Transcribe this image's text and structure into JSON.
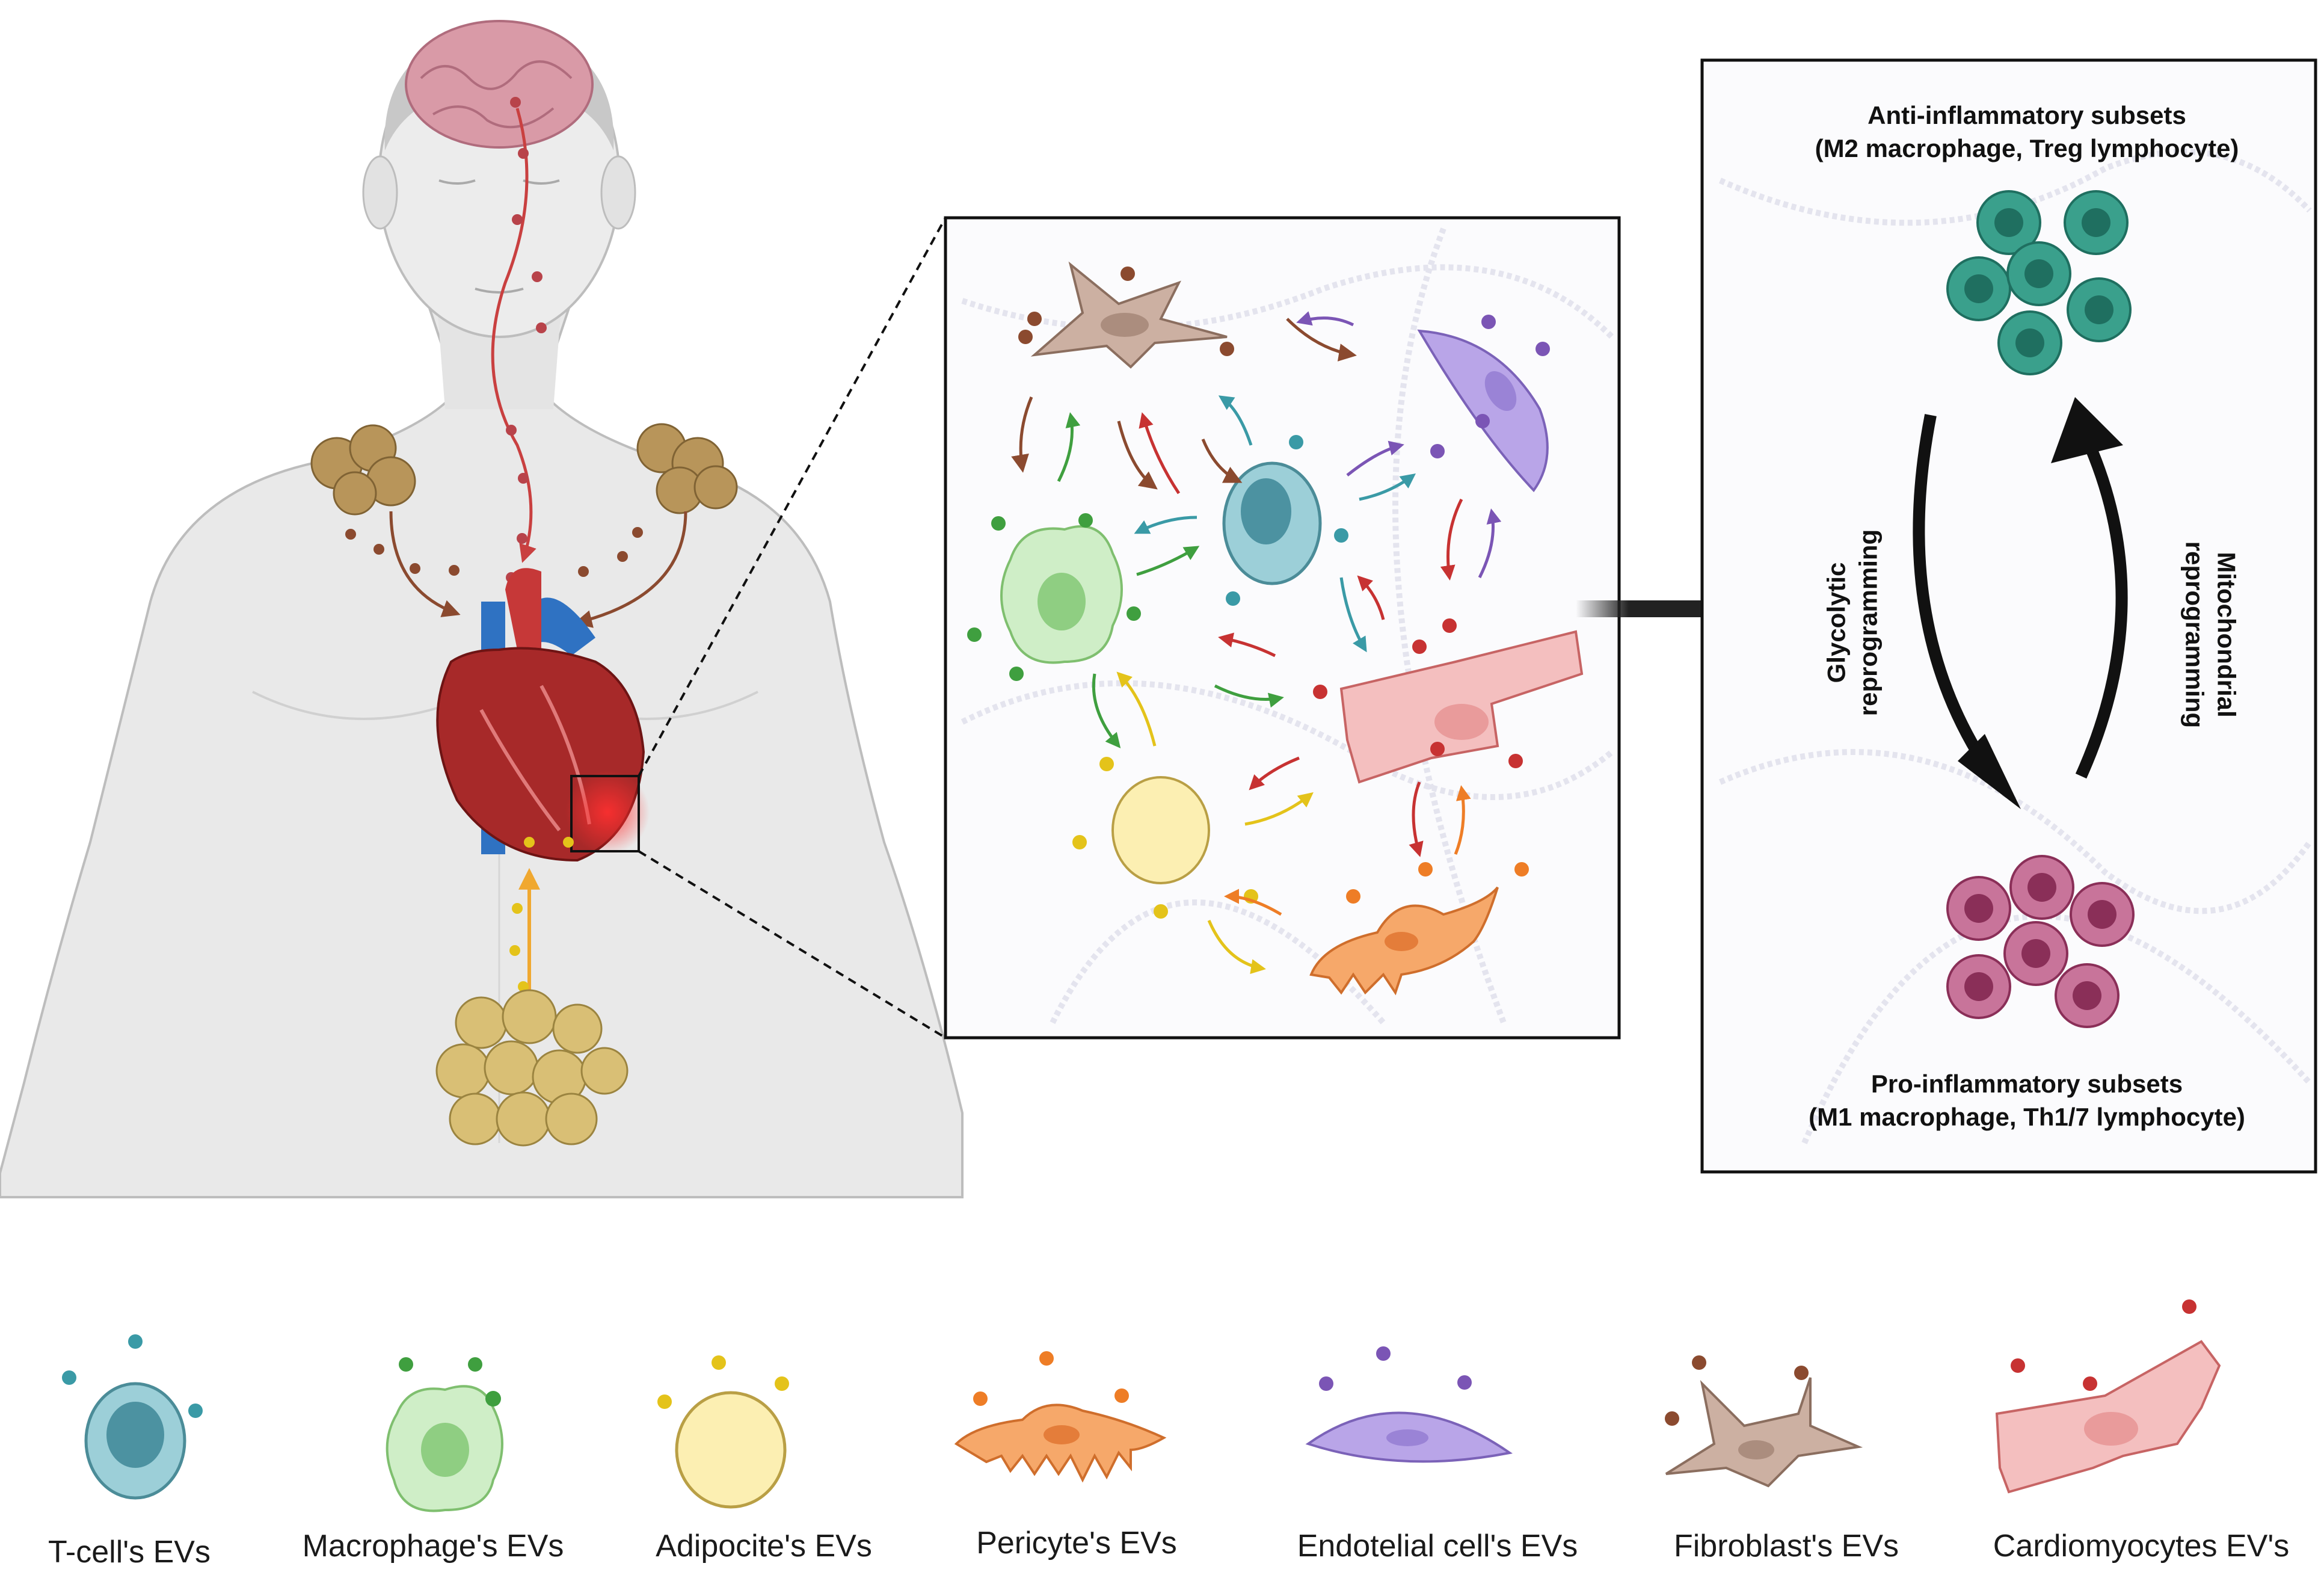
{
  "colors": {
    "tcell": "#3a9aa6",
    "macrophage": "#3f9f3f",
    "adipocyte": "#e4c31a",
    "pericyte": "#ee7d26",
    "endothelial": "#7b55b5",
    "fibroblast": "#8b4a2f",
    "cardiomyocyte": "#c73232",
    "anti_inflammatory": "#2f9e8a",
    "pro_inflammatory": "#b8557f"
  },
  "panel_right": {
    "anti_title": "Anti-inflammatory subsets",
    "anti_subtitle": "(M2 macrophage, Treg lymphocyte)",
    "pro_title": "Pro-inflammatory subsets",
    "pro_subtitle": "(M1 macrophage, Th1/7 lymphocyte)",
    "glycolytic_line1": "Glycolytic",
    "glycolytic_line2": "reprogramming",
    "mito_line1": "Mitochondrial",
    "mito_line2": "reprogramming"
  },
  "legend": [
    {
      "label": "T-cell's EVs",
      "icon": "t-cell-icon"
    },
    {
      "label": "Macrophage's  EVs",
      "icon": "macrophage-icon"
    },
    {
      "label": "Adipocite's  EVs",
      "icon": "adipocyte-icon"
    },
    {
      "label": "Pericyte's  EVs",
      "icon": "pericyte-icon"
    },
    {
      "label": "Endotelial cell's  EVs",
      "icon": "endothelial-cell-icon"
    },
    {
      "label": "Fibroblast's EVs",
      "icon": "fibroblast-icon"
    },
    {
      "label": "Cardiomyocytes EV's",
      "icon": "cardiomyocyte-icon"
    }
  ]
}
